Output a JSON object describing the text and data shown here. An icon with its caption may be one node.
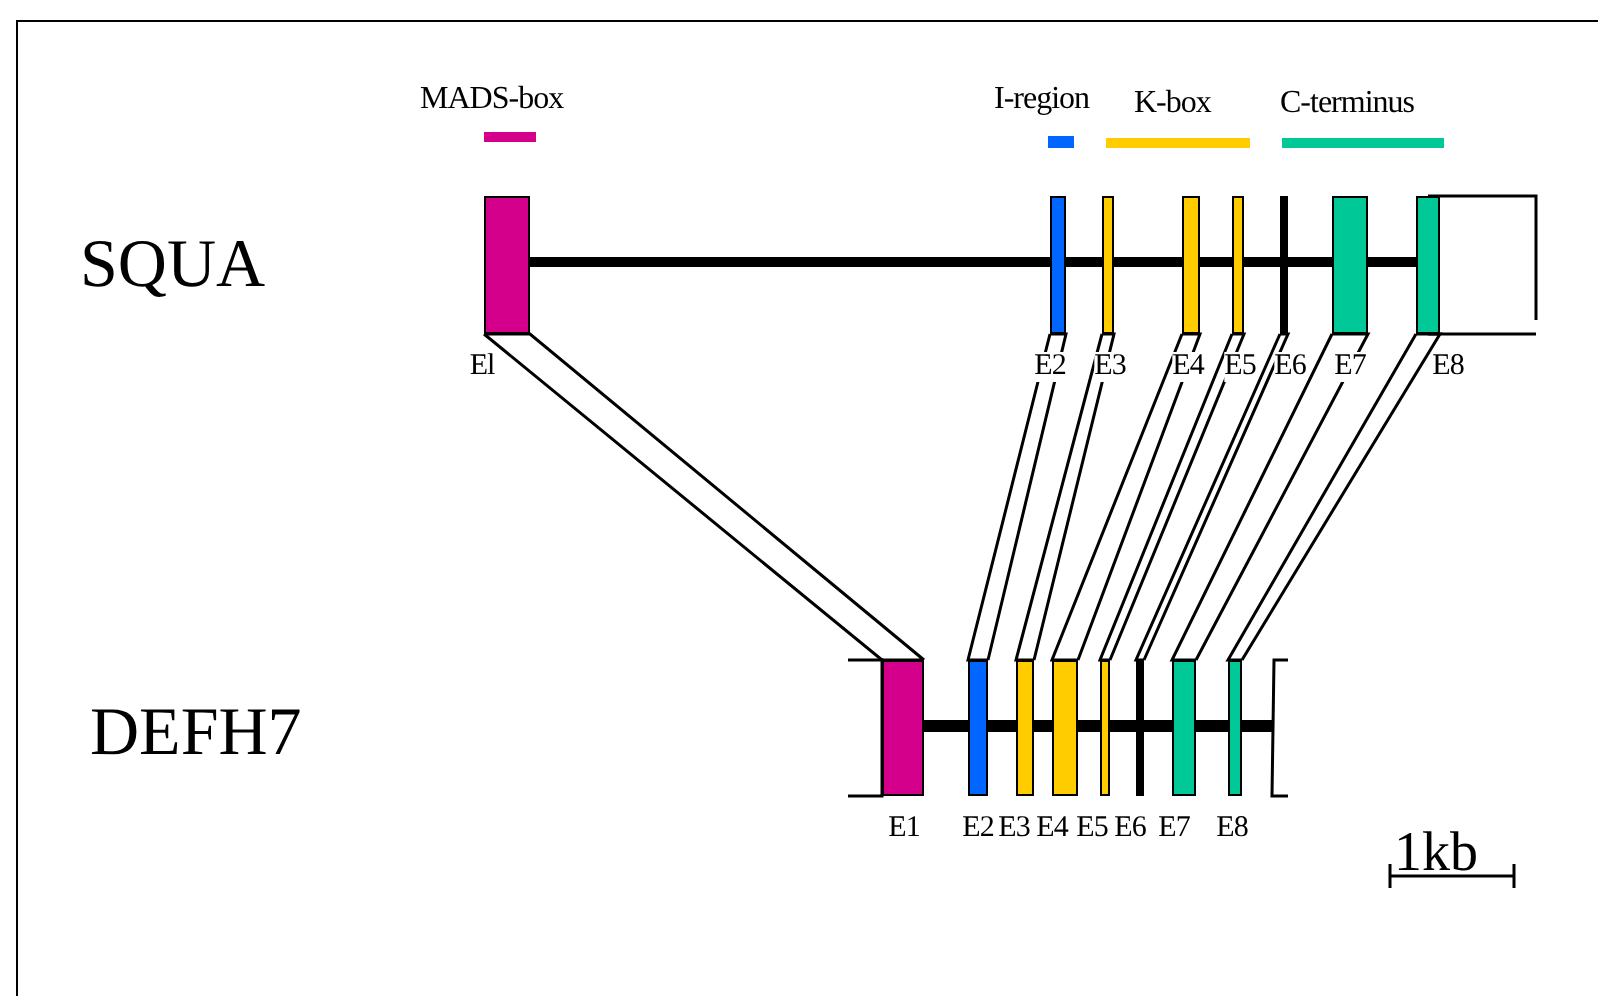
{
  "diagram": {
    "nodes": [
      {
        "text": [],
        "shape": "bar",
        "beside": [
          "El"
        ]
      },
      {
        "text": [],
        "shape": "bar",
        "beside": [
          "E2"
        ]
      },
      {
        "text": [],
        "shape": "bar",
        "beside": [
          "E3"
        ]
      },
      {
        "text": [],
        "shape": "bar",
        "beside": [
          "E4"
        ]
      },
      {
        "text": [],
        "shape": "bar",
        "beside": [
          "E5"
        ]
      },
      {
        "text": [],
        "shape": "bar",
        "beside": [
          "E6"
        ]
      },
      {
        "text": [],
        "shape": "bar",
        "beside": [
          "E7"
        ]
      },
      {
        "text": [],
        "shape": "bar",
        "beside": [
          "E8"
        ]
      },
      {
        "text": [],
        "shape": "bar",
        "beside": [
          "E1"
        ]
      },
      {
        "text": [],
        "shape": "bar",
        "beside": [
          "E2"
        ]
      },
      {
        "text": [],
        "shape": "bar",
        "beside": [
          "E3"
        ]
      },
      {
        "text": [],
        "shape": "bar",
        "beside": [
          "E4"
        ]
      },
      {
        "text": [],
        "shape": "bar",
        "beside": [
          "E5"
        ]
      },
      {
        "text": [],
        "shape": "bar",
        "beside": [
          "E6"
        ]
      },
      {
        "text": [],
        "shape": "bar",
        "beside": [
          "E7"
        ]
      },
      {
        "text": [],
        "shape": "bar",
        "beside": [
          "E8"
        ]
      }
    ],
    "edges": [
      {
        "from": 0,
        "to": 8,
        "arrow": "none"
      },
      {
        "from": 1,
        "to": 9,
        "arrow": "none"
      },
      {
        "from": 2,
        "to": 10,
        "arrow": "none"
      },
      {
        "from": 3,
        "to": 11,
        "arrow": "none"
      },
      {
        "from": 4,
        "to": 12,
        "arrow": "none"
      },
      {
        "from": 5,
        "to": 13,
        "arrow": "none"
      },
      {
        "from": 6,
        "to": 14,
        "arrow": "none"
      },
      {
        "from": 7,
        "to": 15,
        "arrow": "none"
      }
    ],
    "labels": [
      "SQUA",
      "DEFH7",
      "1kb"
    ],
    "legend": [
      {
        "text": "MADS-box",
        "color": "#d4008c"
      },
      {
        "text": "I-region",
        "color": "#0066ff"
      },
      {
        "text": "K-box",
        "color": "#ffcc00"
      },
      {
        "text": "C-terminus",
        "color": "#00c896"
      }
    ]
  }
}
